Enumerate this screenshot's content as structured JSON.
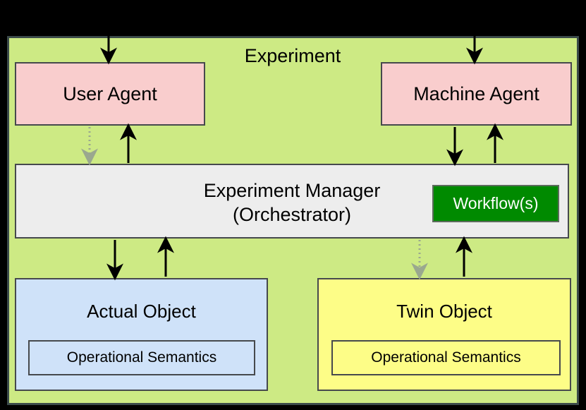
{
  "diagram": {
    "title": "Experiment",
    "background_color": "#000000",
    "container_color": "#cdea84",
    "nodes": {
      "user_agent": {
        "label": "User Agent",
        "color": "#f9cdcd"
      },
      "machine_agent": {
        "label": "Machine Agent",
        "color": "#f9cdcd"
      },
      "experiment_manager": {
        "label_line1": "Experiment Manager",
        "label_line2": "(Orchestrator)",
        "color": "#ededed"
      },
      "workflow": {
        "label": "Workflow(s)",
        "color": "#008a00",
        "text_color": "#ffffff"
      },
      "actual_object": {
        "label": "Actual Object",
        "color": "#cfe2f9",
        "semantics_label": "Operational Semantics"
      },
      "twin_object": {
        "label": "Twin Object",
        "color": "#fdfd87",
        "semantics_label": "Operational Semantics"
      }
    },
    "edges": [
      {
        "name": "external-to-user-agent",
        "from": "external",
        "to": "user_agent",
        "style": "solid",
        "direction": "down",
        "color": "#000000"
      },
      {
        "name": "external-to-machine-agent",
        "from": "external",
        "to": "machine_agent",
        "style": "solid",
        "direction": "down",
        "color": "#000000"
      },
      {
        "name": "user-agent-to-manager",
        "from": "user_agent",
        "to": "experiment_manager",
        "style": "dotted",
        "direction": "down",
        "color": "#9aa88f"
      },
      {
        "name": "manager-to-user-agent",
        "from": "experiment_manager",
        "to": "user_agent",
        "style": "solid",
        "direction": "up",
        "color": "#000000"
      },
      {
        "name": "machine-agent-to-manager",
        "from": "machine_agent",
        "to": "experiment_manager",
        "style": "solid",
        "direction": "down",
        "color": "#000000"
      },
      {
        "name": "manager-to-machine-agent",
        "from": "experiment_manager",
        "to": "machine_agent",
        "style": "solid",
        "direction": "up",
        "color": "#000000"
      },
      {
        "name": "manager-to-actual-object",
        "from": "experiment_manager",
        "to": "actual_object",
        "style": "solid",
        "direction": "down",
        "color": "#000000"
      },
      {
        "name": "actual-object-to-manager",
        "from": "actual_object",
        "to": "experiment_manager",
        "style": "solid",
        "direction": "up",
        "color": "#000000"
      },
      {
        "name": "manager-to-twin-object",
        "from": "experiment_manager",
        "to": "twin_object",
        "style": "dotted",
        "direction": "down",
        "color": "#9aa88f"
      },
      {
        "name": "twin-object-to-manager",
        "from": "twin_object",
        "to": "experiment_manager",
        "style": "solid",
        "direction": "up",
        "color": "#000000"
      }
    ]
  }
}
